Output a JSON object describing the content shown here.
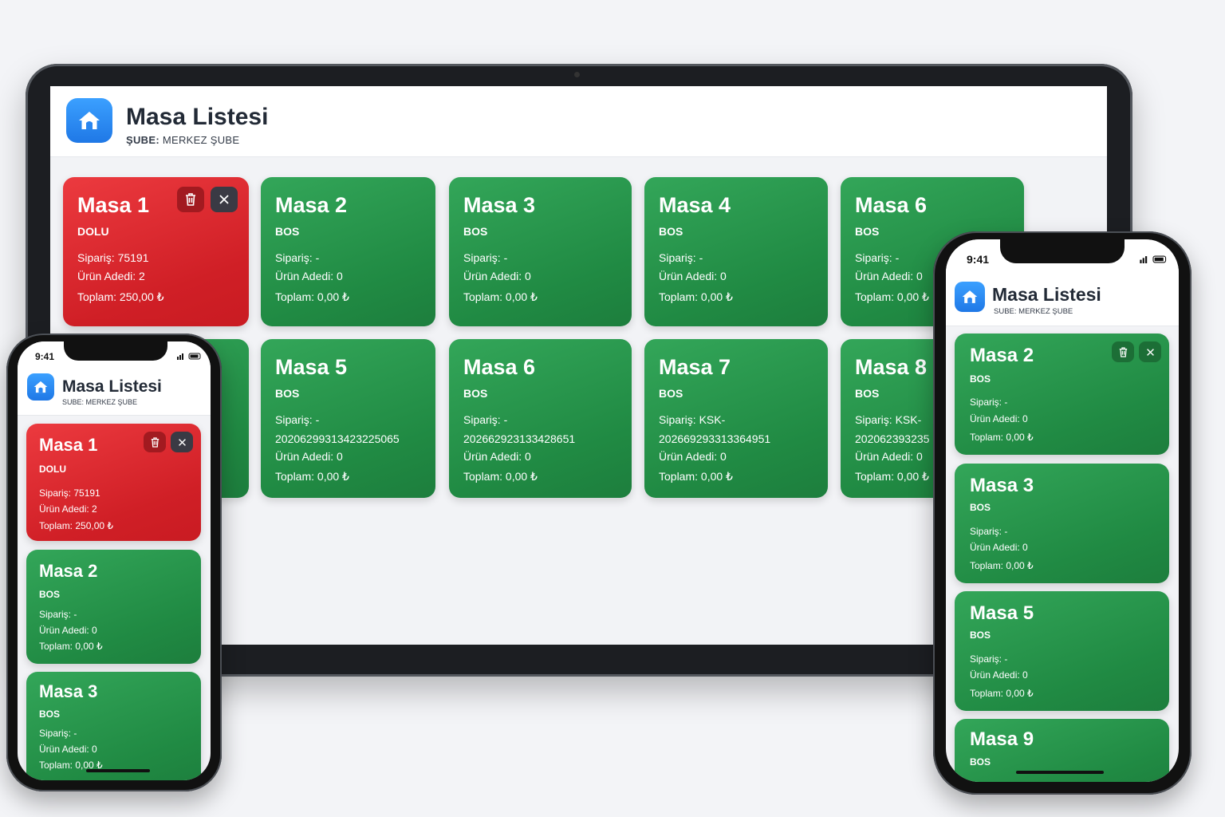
{
  "app": {
    "title": "Masa Listesi",
    "branch_label": "ŞUBE:",
    "branch_value": "MERKEZ ŞUBE",
    "branch_label_mobile": "SUBE:",
    "branch_value_mobile": "MERKEZ ŞUBE"
  },
  "phone_status": {
    "time": "9:41"
  },
  "labels": {
    "order": "Sipariş:",
    "items": "Ürün Adedi:",
    "total": "Toplam:"
  },
  "desktop_tables": [
    {
      "name": "Masa 1",
      "status": "DOLU",
      "order": "Sipariş: 75191",
      "items": "Ürün Adedi: 2",
      "total": "Toplam: 250,00 ₺",
      "state": "occupied"
    },
    {
      "name": "Masa 2",
      "status": "BOS",
      "order": "Sipariş: -",
      "items": "Ürün Adedi: 0",
      "total": "Toplam: 0,00 ₺",
      "state": "empty"
    },
    {
      "name": "Masa 3",
      "status": "BOS",
      "order": "Sipariş: -",
      "items": "Ürün Adedi: 0",
      "total": "Toplam: 0,00 ₺",
      "state": "empty"
    },
    {
      "name": "Masa 4",
      "status": "BOS",
      "order": "Sipariş: -",
      "items": "Ürün Adedi: 0",
      "total": "Toplam: 0,00 ₺",
      "state": "empty"
    },
    {
      "name": "Masa 6",
      "status": "BOS",
      "order": "Sipariş: -",
      "items": "Ürün Adedi: 0",
      "total": "Toplam: 0,00 ₺",
      "state": "empty"
    },
    {
      "name": "Masa 5",
      "status": "BOS",
      "order": "Sipariş: -",
      "order_no": "20206299313423225065",
      "items": "Ürün Adedi: 0",
      "total": "Toplam: 0,00 ₺",
      "state": "empty"
    },
    {
      "name": "Masa 6",
      "status": "BOS",
      "order": "Sipariş: -",
      "order_no": "202662923133428651",
      "items": "Ürün Adedi: 0",
      "total": "Toplam: 0,00 ₺",
      "state": "empty"
    },
    {
      "name": "Masa 7",
      "status": "BOS",
      "order": "Sipariş: KSK-",
      "order_no": "202669293313364951",
      "items": "Ürün Adedi: 0",
      "total": "Toplam: 0,00 ₺",
      "state": "empty"
    },
    {
      "name": "Masa 8",
      "status": "BOS",
      "order": "Sipariş: KSK-",
      "order_no": "202062393235",
      "items": "Ürün Adedi: 0",
      "total": "Toplam: 0,00 ₺",
      "state": "empty"
    }
  ],
  "left_phone_tables": [
    {
      "name": "Masa 1",
      "status": "DOLU",
      "order": "Sipariş: 75191",
      "items": "Ürün Adedi: 2",
      "total": "Toplam: 250,00 ₺",
      "state": "occupied"
    },
    {
      "name": "Masa 2",
      "status": "BOS",
      "order": "Sipariş: -",
      "items": "Ürün Adedi: 0",
      "total": "Toplam: 0,00 ₺",
      "state": "empty"
    },
    {
      "name": "Masa 3",
      "status": "BOS",
      "order": "Sipariş: -",
      "items": "Ürün Adedi: 0",
      "total": "Toplam: 0,00 ₺",
      "state": "empty"
    }
  ],
  "right_phone_tables": [
    {
      "name": "Masa 2",
      "status": "BOS",
      "order": "Sipariş: -",
      "items": "Ürün Adedi: 0",
      "total": "Toplam: 0,00 ₺",
      "state": "empty"
    },
    {
      "name": "Masa 3",
      "status": "BOS",
      "order": "Sipariş: -",
      "items": "Ürün Adedi: 0",
      "total": "Toplam: 0,00 ₺",
      "state": "empty"
    },
    {
      "name": "Masa 5",
      "status": "BOS",
      "order": "Sipariş: -",
      "items": "Ürün Adedi: 0",
      "total": "Toplam: 0,00 ₺",
      "state": "empty"
    },
    {
      "name": "Masa 9",
      "status": "BOS",
      "state": "empty"
    }
  ],
  "colors": {
    "occupied": "#d8232a",
    "empty": "#23914a",
    "brand": "#2a86f0"
  },
  "icons": {
    "logo": "home-icon",
    "delete": "trash-icon",
    "close": "close-icon"
  }
}
